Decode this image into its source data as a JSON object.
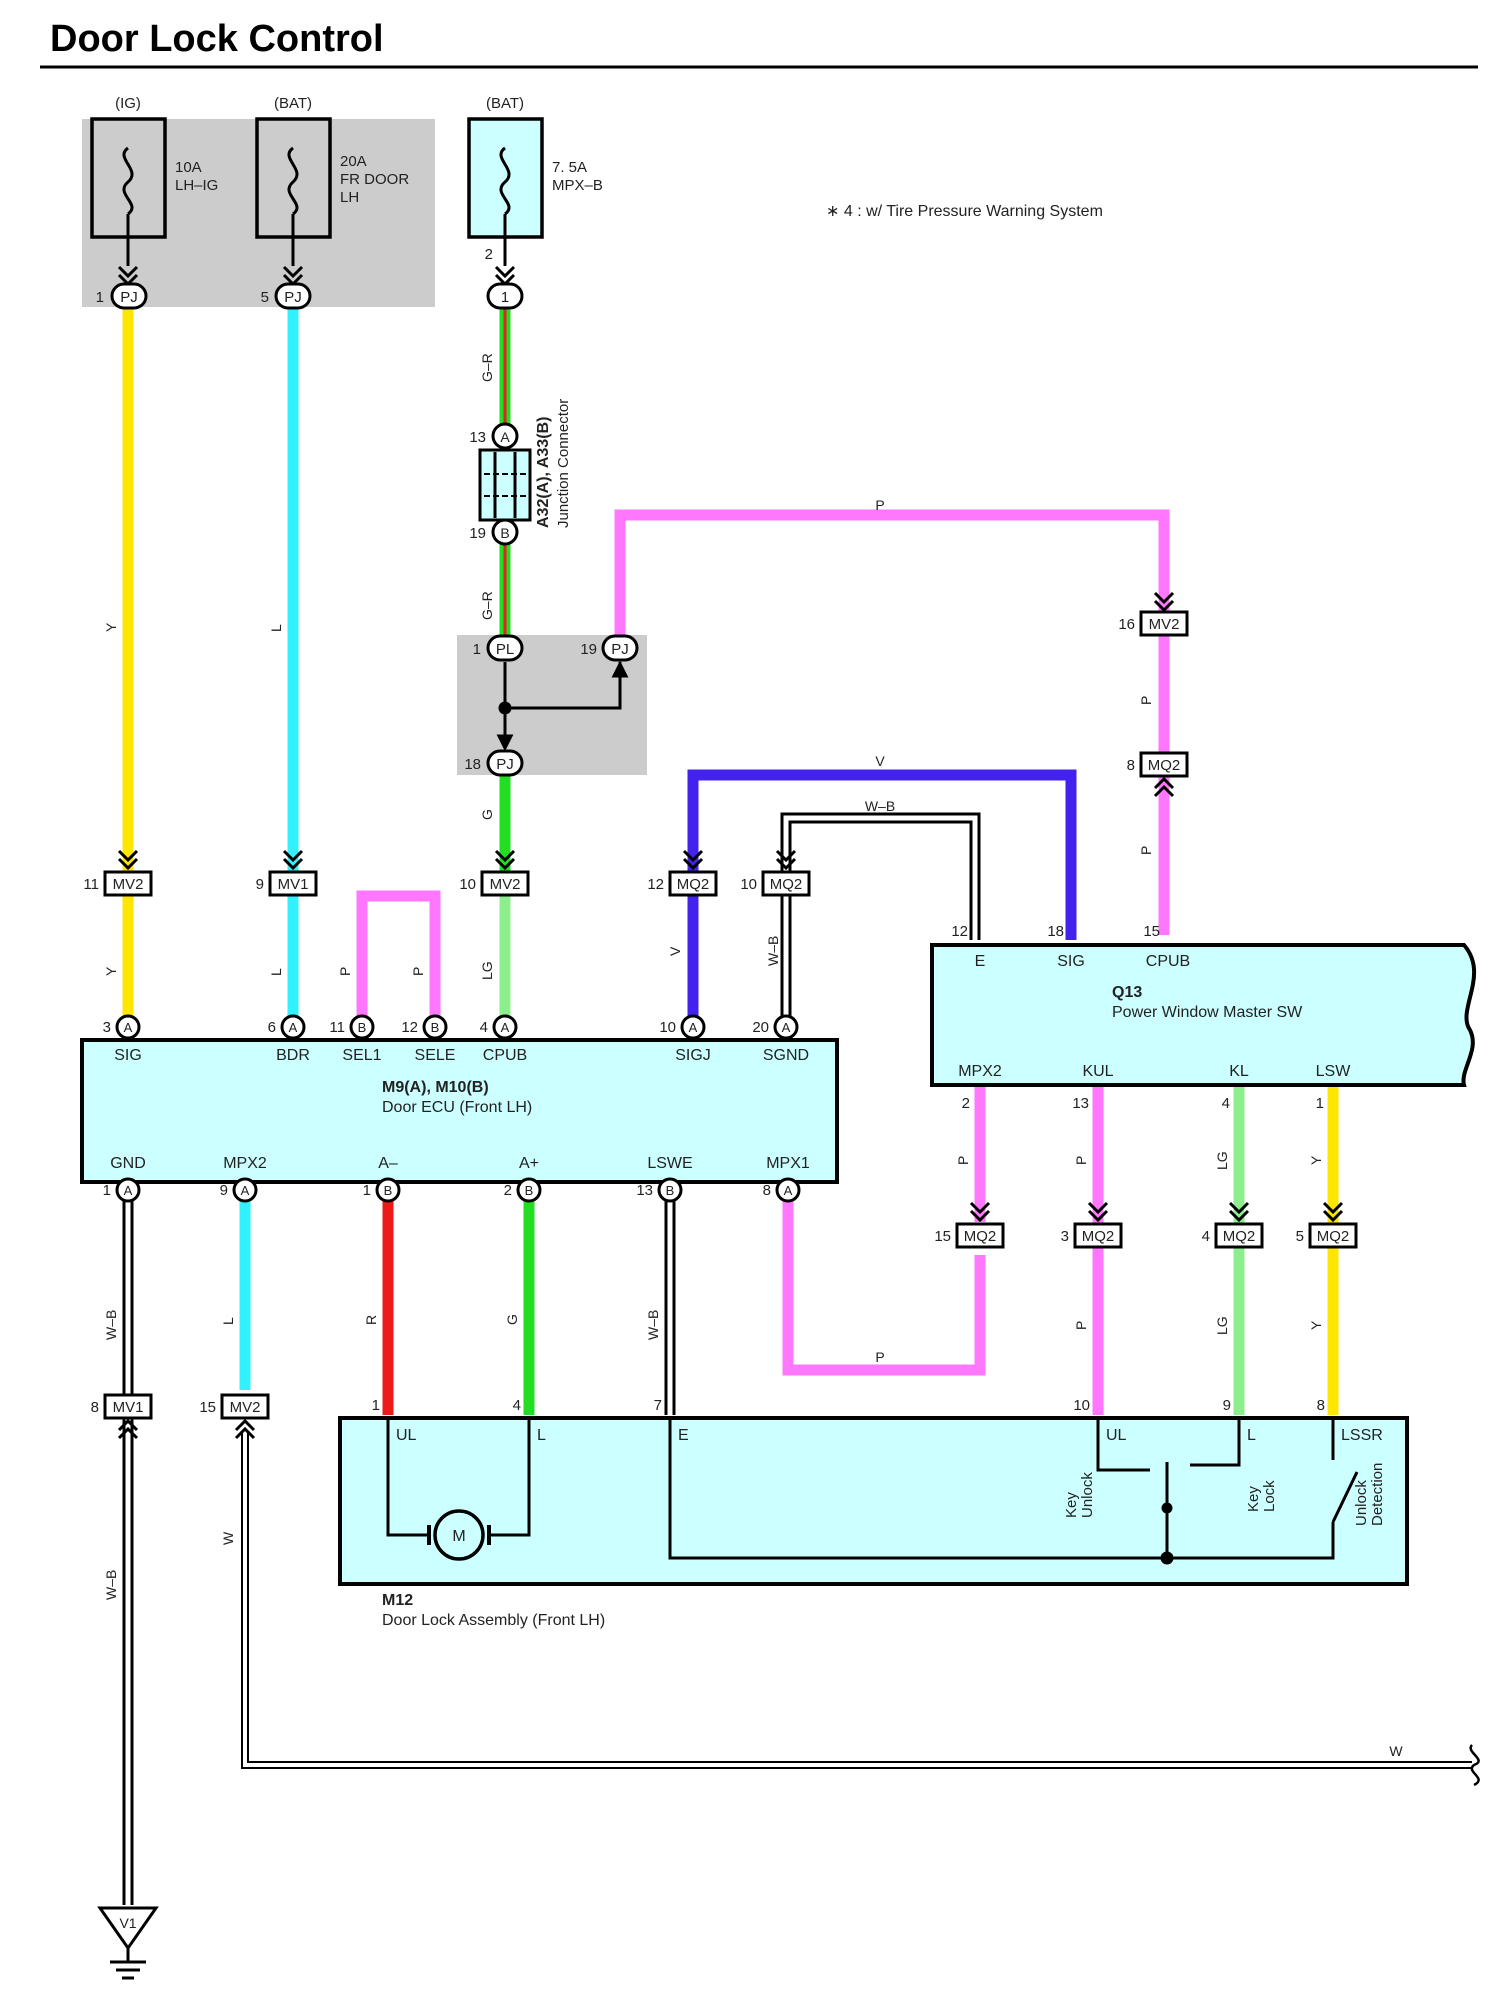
{
  "page": {
    "title": "Door Lock Control"
  },
  "note": "∗ 4 : w/ Tire Pressure Warning System",
  "colors": {
    "Y": "#ffe600",
    "L": "#33f0ff",
    "G": "#22dd22",
    "LG": "#8cee8c",
    "P": "#ff77ff",
    "V": "#4422ee",
    "R": "#ee1a1a",
    "GR_red": "#e82020",
    "box_fill": "#ccffff",
    "fuse_panel": "#cccccc"
  },
  "fuses": [
    {
      "supply": "(IG)",
      "rating": "10A",
      "name": "LH–IG",
      "name2": ""
    },
    {
      "supply": "(BAT)",
      "rating": "20A",
      "name": "FR DOOR",
      "name2": "LH"
    },
    {
      "supply": "(BAT)",
      "rating": "7. 5A",
      "name": "MPX–B",
      "name2": ""
    }
  ],
  "components": {
    "door_ecu": {
      "id": "M9(A), M10(B)",
      "name": "Door ECU (Front LH)"
    },
    "master_sw": {
      "id": "Q13",
      "name": "Power Window Master SW"
    },
    "door_lock": {
      "id": "M12",
      "name": "Door Lock Assembly (Front LH)"
    },
    "junction": {
      "id": "A32(A), A33(B)",
      "name": "Junction Connector"
    },
    "ground": "V1",
    "motor": "M"
  },
  "connectors": {
    "pj": "PJ",
    "pl": "PL",
    "mv1": "MV1",
    "mv2": "MV2",
    "mq2": "MQ2",
    "a": "A",
    "b": "B",
    "one": "1"
  },
  "ecu_pins_top": [
    {
      "pin": "3",
      "conn": "A",
      "name": "SIG"
    },
    {
      "pin": "6",
      "conn": "A",
      "name": "BDR"
    },
    {
      "pin": "11",
      "conn": "B",
      "name": "SEL1"
    },
    {
      "pin": "12",
      "conn": "B",
      "name": "SELE"
    },
    {
      "pin": "4",
      "conn": "A",
      "name": "CPUB"
    },
    {
      "pin": "10",
      "conn": "A",
      "name": "SIGJ"
    },
    {
      "pin": "20",
      "conn": "A",
      "name": "SGND"
    }
  ],
  "ecu_pins_bottom": [
    {
      "pin": "1",
      "conn": "A",
      "name": "GND"
    },
    {
      "pin": "9",
      "conn": "A",
      "name": "MPX2"
    },
    {
      "pin": "1",
      "conn": "B",
      "name": "A–"
    },
    {
      "pin": "2",
      "conn": "B",
      "name": "A+"
    },
    {
      "pin": "13",
      "conn": "B",
      "name": "LSWE"
    },
    {
      "pin": "8",
      "conn": "A",
      "name": "MPX1"
    }
  ],
  "sw_pins_top": [
    {
      "pin": "12",
      "name": "E"
    },
    {
      "pin": "18",
      "name": "SIG"
    },
    {
      "pin": "15",
      "name": "CPUB"
    }
  ],
  "sw_pins_bottom": [
    {
      "pin": "2",
      "name": "MPX2"
    },
    {
      "pin": "13",
      "name": "KUL"
    },
    {
      "pin": "4",
      "name": "KL"
    },
    {
      "pin": "1",
      "name": "LSW"
    }
  ],
  "lock_pins": [
    {
      "pin": "1",
      "name": "UL"
    },
    {
      "pin": "4",
      "name": "L"
    },
    {
      "pin": "7",
      "name": "E"
    },
    {
      "pin": "10",
      "name": "UL"
    },
    {
      "pin": "9",
      "name": "L"
    },
    {
      "pin": "8",
      "name": "LSSR"
    }
  ],
  "switch_labels": {
    "key_unlock": [
      "Key",
      "Unlock"
    ],
    "key_lock": [
      "Key",
      "Lock"
    ],
    "unlock_detect": [
      "Unlock",
      "Detection"
    ]
  },
  "pin_numbers": {
    "fuse1_pj": "1",
    "fuse2_pj": "5",
    "fuse3_out": "2",
    "jc_a": "13",
    "jc_b": "19",
    "pl_in": "1",
    "pj_branch": "19",
    "pj_out": "18",
    "mv2_y": "11",
    "mv1_l": "9",
    "mv2_g": "10",
    "mq2_v": "12",
    "mq2_wb": "10",
    "mv2_p": "16",
    "mq2_p": "8",
    "mq2_mpx2": "15",
    "mq2_kul": "3",
    "mq2_kl": "4",
    "mq2_lsw": "5",
    "mv1_gnd": "8",
    "mv2_mpx": "15"
  },
  "wire_labels": {
    "Y": "Y",
    "L": "L",
    "GR": "G–R",
    "G": "G",
    "LG": "LG",
    "P": "P",
    "V": "V",
    "WB": "W–B",
    "R": "R",
    "W": "W"
  }
}
